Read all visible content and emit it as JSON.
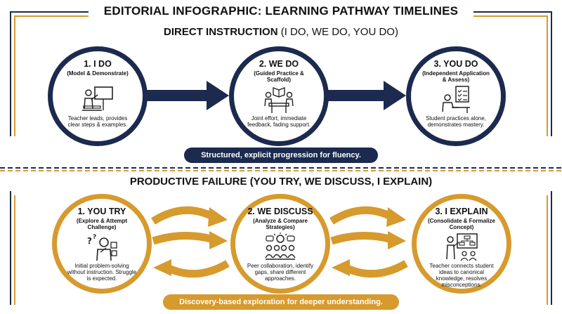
{
  "title": "EDITORIAL INFOGRAPHIC: LEARNING PATHWAY TIMELINES",
  "direct": {
    "heading_bold": "DIRECT INSTRUCTION",
    "heading_light": "(I DO, WE DO, YOU DO)",
    "steps": [
      {
        "title": "1. I DO",
        "subtitle": "(Model & Demonstrate)",
        "icon": "teacher-presenting-icon",
        "description": "Teacher leads, provides clear steps & examples."
      },
      {
        "title": "2. WE DO",
        "subtitle": "(Guided Practice & Scaffold)",
        "icon": "group-table-icon",
        "description": "Joint effort, immediate feedback, fading support."
      },
      {
        "title": "3. YOU DO",
        "subtitle": "(Independent Application & Assess)",
        "icon": "student-checklist-icon",
        "description": "Student practices alone, demonstrates mastery."
      }
    ],
    "summary": "Structured, explicit progression for fluency."
  },
  "productive": {
    "heading": "PRODUCTIVE FAILURE (YOU TRY, WE DISCUSS, I EXPLAIN)",
    "steps": [
      {
        "title": "1. YOU TRY",
        "subtitle": "(Explore & Attempt Challenge)",
        "icon": "puzzled-student-icon",
        "description": "Initial problem-solving without instruction. Struggle is expected."
      },
      {
        "title": "2. WE DISCUSS",
        "subtitle": "(Analyze & Compare Strategies)",
        "icon": "discussion-group-icon",
        "description": "Peer collaboration, identify gaps, share different approaches."
      },
      {
        "title": "3. I EXPLAIN",
        "subtitle": "(Consolidate & Formalize Concept)",
        "icon": "teacher-diagram-icon",
        "description": "Teacher connects student ideas to canonical knowledge, resolves misconceptions."
      }
    ],
    "summary": "Discovery-based exploration for deeper understanding."
  },
  "colors": {
    "navy": "#1b2a4e",
    "gold": "#d69a2d"
  }
}
